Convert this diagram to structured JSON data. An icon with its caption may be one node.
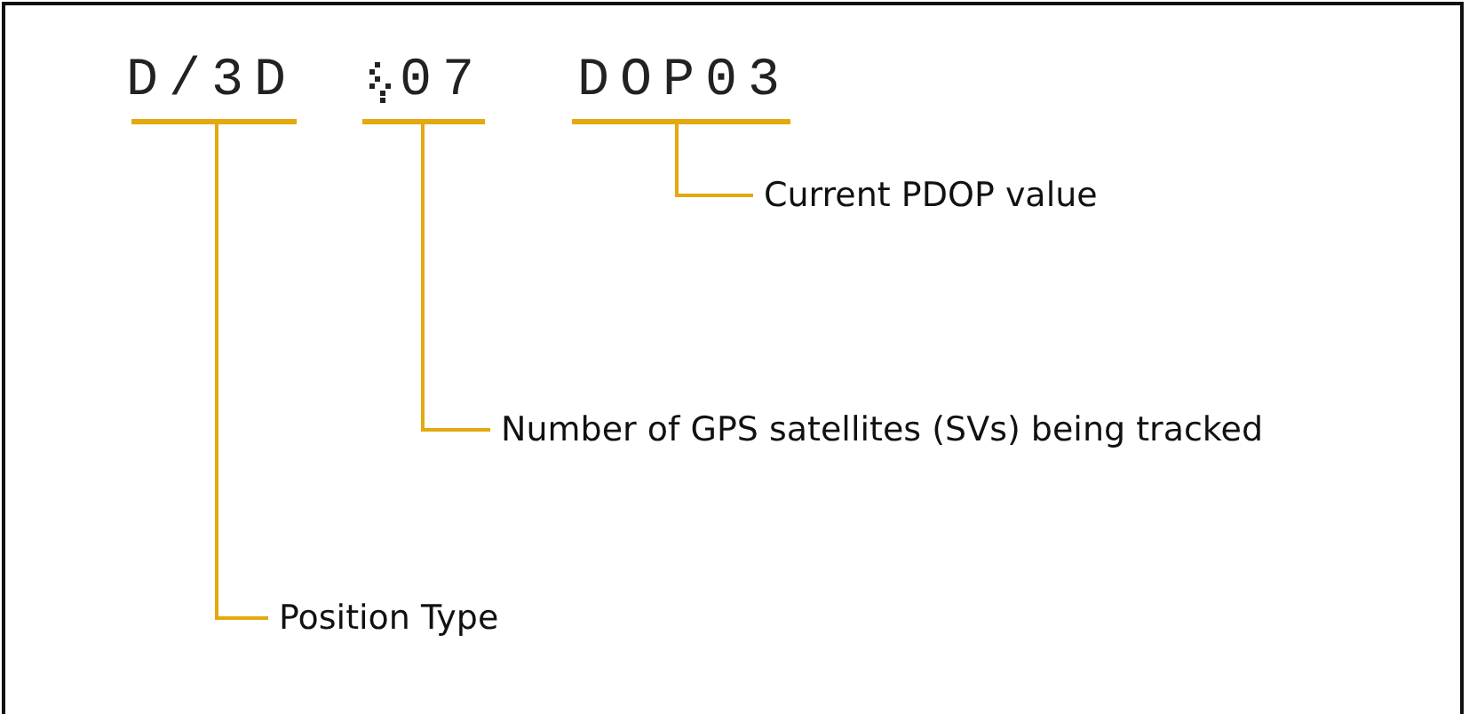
{
  "diagram": {
    "nodes": [
      {
        "text": [
          "D/3D"
        ]
      },
      {
        "text": [
          "07"
        ]
      },
      {
        "text": [
          "DOP03"
        ]
      },
      {
        "text": [
          "Current PDOP value"
        ]
      },
      {
        "text": [
          "Number of GPS satellites (SVs) being tracked"
        ]
      },
      {
        "text": [
          "Position Type"
        ]
      }
    ],
    "edges": [
      {
        "from": 3,
        "to": 2,
        "arrow": "none"
      },
      {
        "from": 4,
        "to": 1,
        "arrow": "none"
      },
      {
        "from": 5,
        "to": 0,
        "arrow": "none"
      }
    ]
  }
}
